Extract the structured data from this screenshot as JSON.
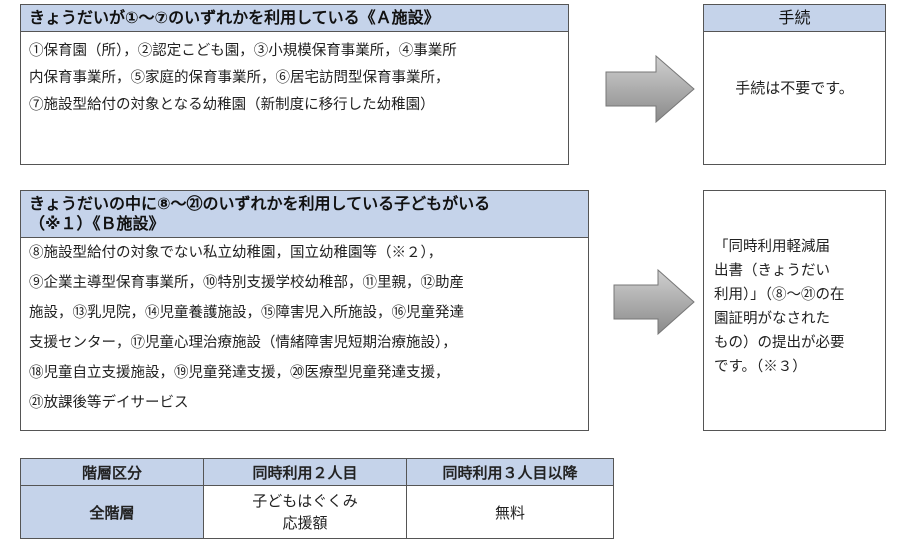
{
  "box_a": {
    "header": "きょうだいが①～⑦のいずれかを利用している《Ａ施設》",
    "lines": [
      "①保育園（所），②認定こども園，③小規模保育事業所，④事業所",
      "内保育事業所，⑤家庭的保育事業所，⑥居宅訪問型保育事業所，",
      "⑦施設型給付の対象となる幼稚園（新制度に移行した幼稚園）"
    ]
  },
  "proc_a": {
    "header": "手続",
    "text": "手続は不要です。"
  },
  "box_b": {
    "header_lines": [
      "きょうだいの中に⑧～㉑のいずれかを利用している子どもがいる",
      "（※１）《Ｂ施設》"
    ],
    "lines": [
      "⑧施設型給付の対象でない私立幼稚園，国立幼稚園等（※２），",
      "⑨企業主導型保育事業所，⑩特別支援学校幼稚部，⑪里親，⑫助産",
      "施設，⑬乳児院，⑭児童養護施設，⑮障害児入所施設，⑯児童発達",
      "支援センター，⑰児童心理治療施設（情緒障害児短期治療施設），",
      "⑱児童自立支援施設，⑲児童発達支援，⑳医療型児童発達支援，",
      "㉑放課後等デイサービス"
    ]
  },
  "proc_b": {
    "lines": [
      "「同時利用軽減届",
      "出書（きょうだい",
      "利用）」（⑧～㉑の在",
      "園証明がなされた",
      "もの）の提出が必要",
      "です。（※３）"
    ]
  },
  "level_table": {
    "headers": [
      "階層区分",
      "同時利用２人目",
      "同時利用３人目以降"
    ],
    "row": {
      "label": "全階層",
      "second_lines": [
        "子どもはぐくみ",
        "応援額"
      ],
      "third": "無料"
    }
  },
  "colors": {
    "header_bg": "#c5d3ea",
    "arrow_fill": "#a6a6a6"
  }
}
